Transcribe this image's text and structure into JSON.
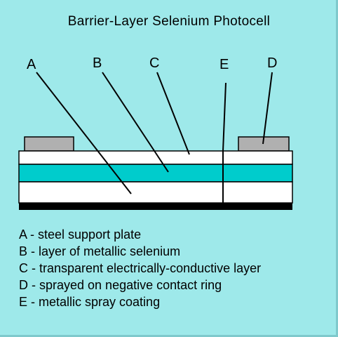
{
  "title": "Barrier-Layer Selenium Photocell",
  "colors": {
    "background": "#9ee9ea",
    "selenium_layer": "#00cccc",
    "contact": "#b0b0b0",
    "plate": "#ffffff",
    "base": "#000000"
  },
  "callout_labels": {
    "a": "A",
    "b": "B",
    "c": "C",
    "e": "E",
    "d": "D"
  },
  "legend": [
    "A - steel support plate",
    "B - layer of metallic selenium",
    "C - transparent electrically-conductive layer",
    "D - sprayed on negative contact ring",
    "E - metallic spray coating"
  ]
}
